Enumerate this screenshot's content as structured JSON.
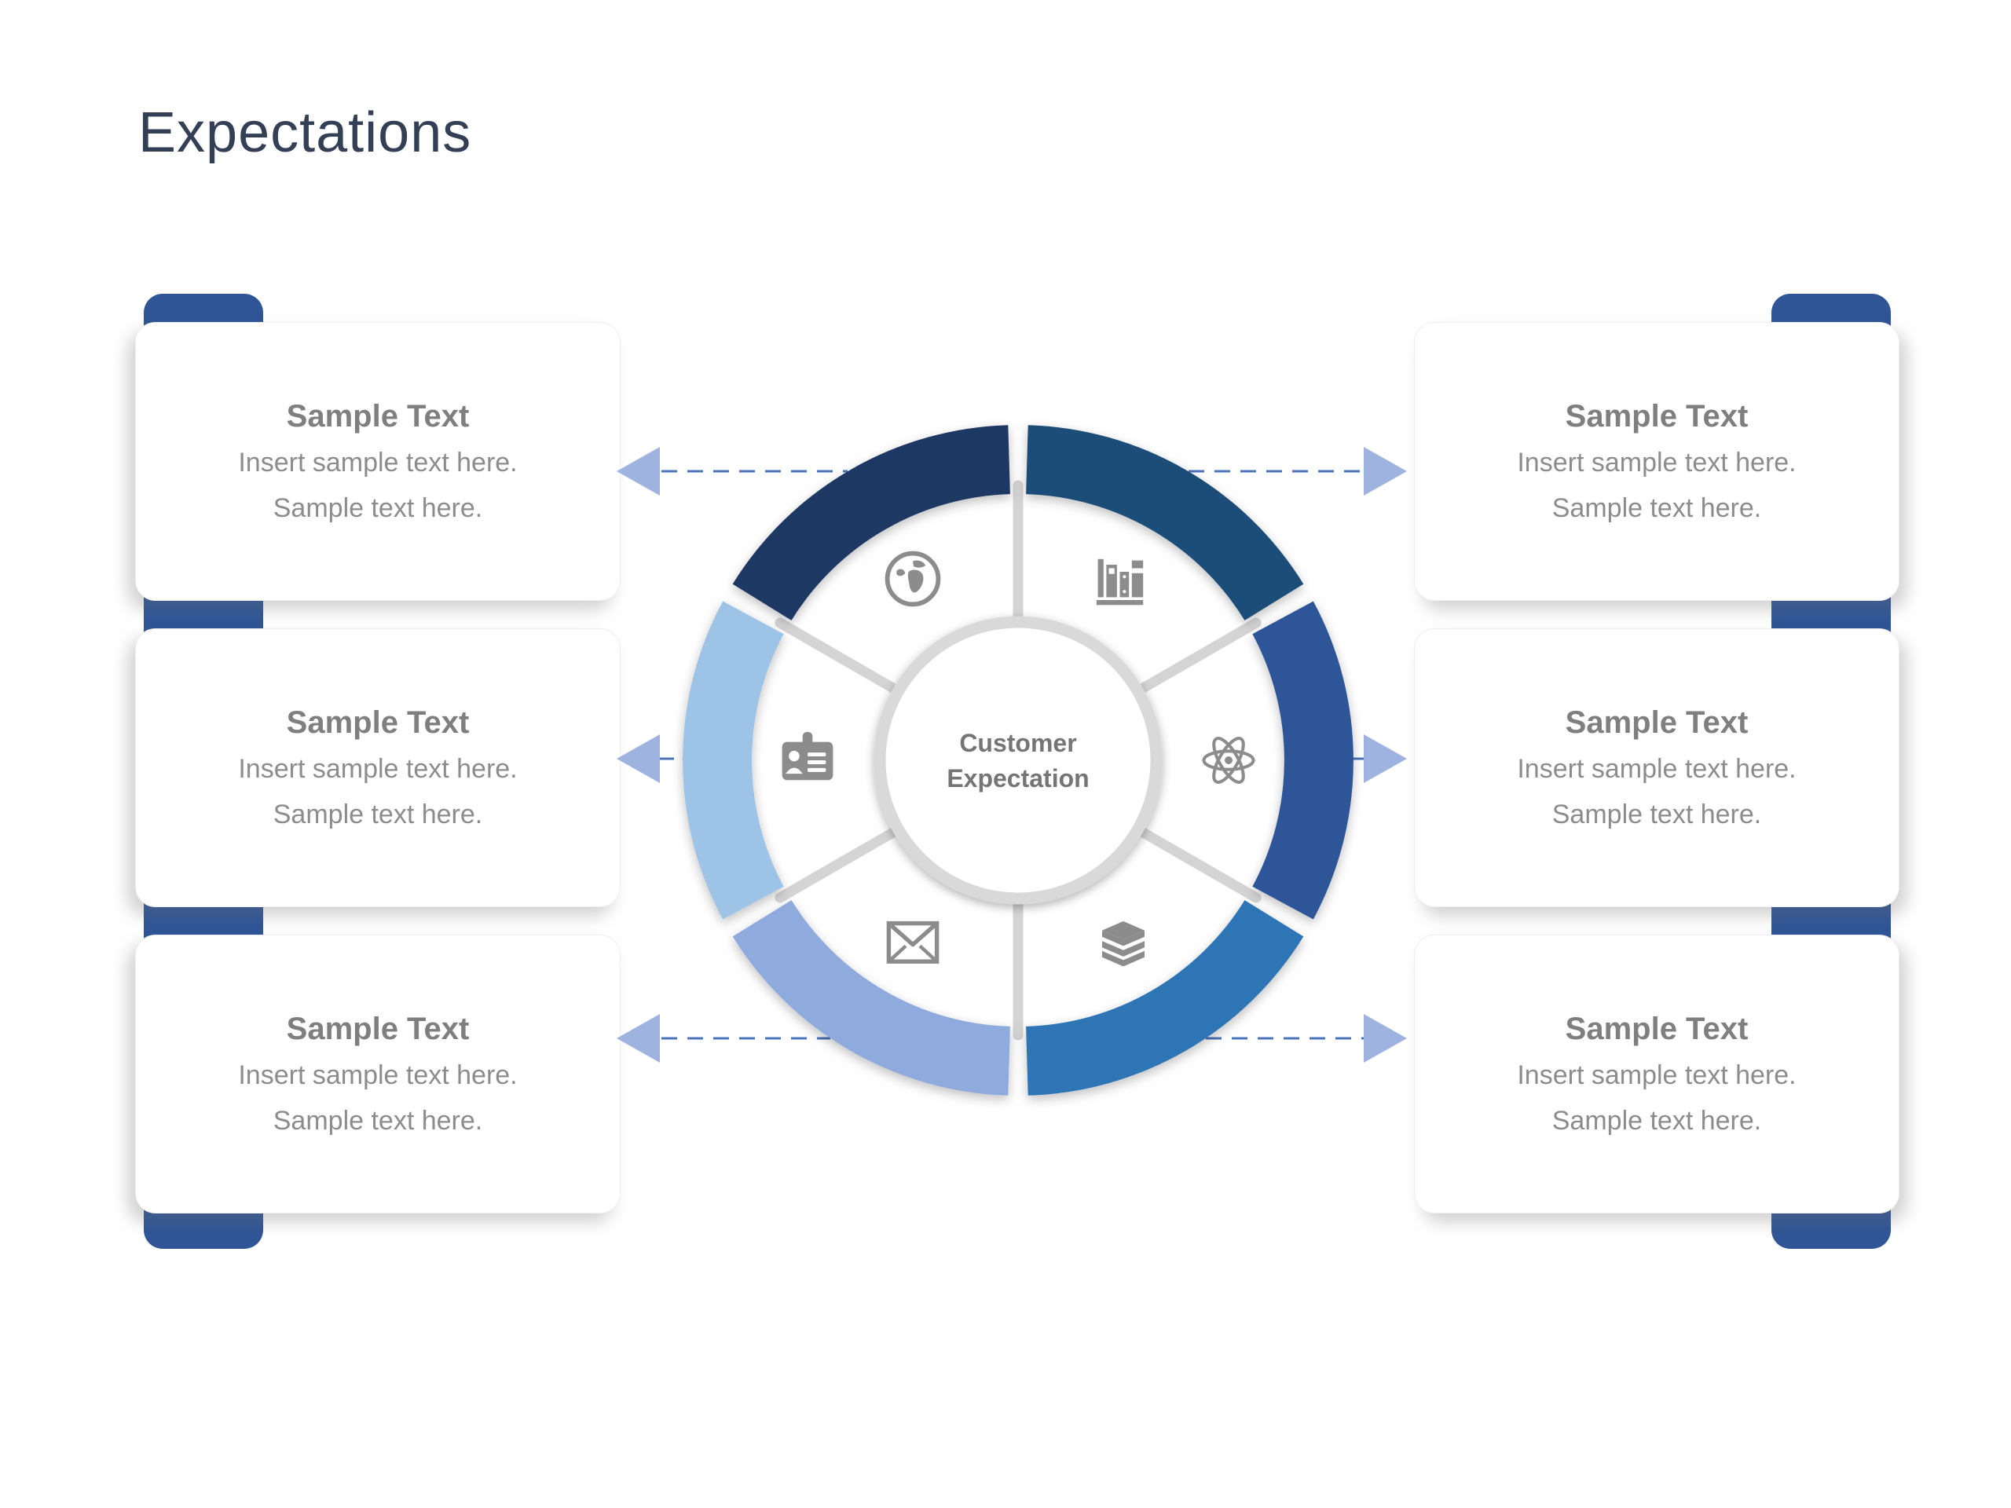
{
  "title": "Expectations",
  "cards": [
    {
      "side": "left",
      "row": 1,
      "title": "Sample Text",
      "line1": "Insert sample text here.",
      "line2": "Sample text here."
    },
    {
      "side": "left",
      "row": 2,
      "title": "Sample Text",
      "line1": "Insert sample text here.",
      "line2": "Sample text here."
    },
    {
      "side": "left",
      "row": 3,
      "title": "Sample Text",
      "line1": "Insert sample text here.",
      "line2": "Sample text here."
    },
    {
      "side": "right",
      "row": 1,
      "title": "Sample Text",
      "line1": "Insert sample text here.",
      "line2": "Sample text here."
    },
    {
      "side": "right",
      "row": 2,
      "title": "Sample Text",
      "line1": "Insert sample text here.",
      "line2": "Sample text here."
    },
    {
      "side": "right",
      "row": 3,
      "title": "Sample Text",
      "line1": "Insert sample text here.",
      "line2": "Sample text here."
    }
  ],
  "center": {
    "line1": "Customer",
    "line2": "Expectation"
  },
  "ring": {
    "segments": [
      {
        "position": "top-left",
        "color": "#1F3864",
        "icon": "globe-icon"
      },
      {
        "position": "top-right",
        "color": "#1F4E79",
        "icon": "bookshelf-icon"
      },
      {
        "position": "right",
        "color": "#2F5597",
        "icon": "atom-icon"
      },
      {
        "position": "bottom-right",
        "color": "#2E75B6",
        "icon": "books-stack-icon"
      },
      {
        "position": "bottom-left",
        "color": "#8FAADC",
        "icon": "envelope-icon"
      },
      {
        "position": "left",
        "color": "#9DC3E6",
        "icon": "id-card-icon"
      }
    ]
  },
  "colors": {
    "background": "#FFFFFF",
    "title": "#333F55",
    "tab_strip": "#2F5597",
    "card_heading": "#7F7F7F",
    "card_body": "#8C8C8C",
    "center_label": "#757575",
    "divider": "#D4D4D4",
    "center_ring": "#D9D9D9",
    "icon": "#8C8C8C",
    "dash_line": "#4B74B8",
    "arrow_head": "#9FB3E1"
  }
}
